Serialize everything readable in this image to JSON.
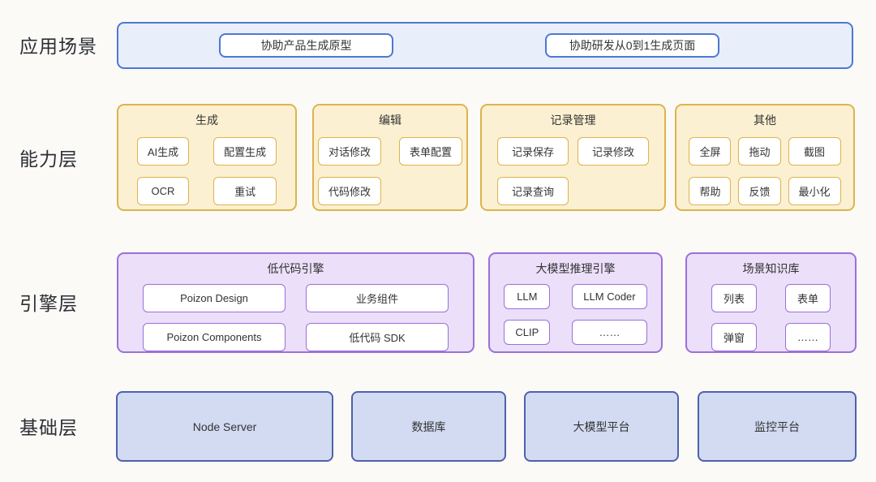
{
  "colors": {
    "background": "#fbfaf7",
    "scenario_fill": "#e9eefb",
    "scenario_border": "#4c79d3",
    "capability_fill": "#fbf0d1",
    "capability_border": "#dcb44e",
    "engine_fill": "#ebdffa",
    "engine_border": "#9b70d8",
    "foundation_fill": "#d2dbf2",
    "foundation_border": "#4e62ad",
    "text": "#333333"
  },
  "layers": {
    "scenario": {
      "label": "应用场景",
      "items": [
        "协助产品生成原型",
        "协助研发从0到1生成页面"
      ]
    },
    "capability": {
      "label": "能力层",
      "groups": [
        {
          "title": "生成",
          "buttons": [
            "AI生成",
            "配置生成",
            "OCR",
            "重试"
          ]
        },
        {
          "title": "编辑",
          "buttons": [
            "对话修改",
            "表单配置",
            "代码修改"
          ]
        },
        {
          "title": "记录管理",
          "buttons": [
            "记录保存",
            "记录修改",
            "记录查询"
          ]
        },
        {
          "title": "其他",
          "buttons": [
            "全屏",
            "拖动",
            "截图",
            "帮助",
            "反馈",
            "最小化"
          ]
        }
      ]
    },
    "engine": {
      "label": "引擎层",
      "groups": [
        {
          "title": "低代码引擎",
          "buttons": [
            "Poizon Design",
            "业务组件",
            "Poizon Components",
            "低代码 SDK"
          ]
        },
        {
          "title": "大模型推理引擎",
          "buttons": [
            "LLM",
            "LLM Coder",
            "CLIP",
            "……"
          ]
        },
        {
          "title": "场景知识库",
          "buttons": [
            "列表",
            "表单",
            "弹窗",
            "……"
          ]
        }
      ]
    },
    "foundation": {
      "label": "基础层",
      "items": [
        "Node Server",
        "数据库",
        "大模型平台",
        "监控平台"
      ]
    }
  }
}
